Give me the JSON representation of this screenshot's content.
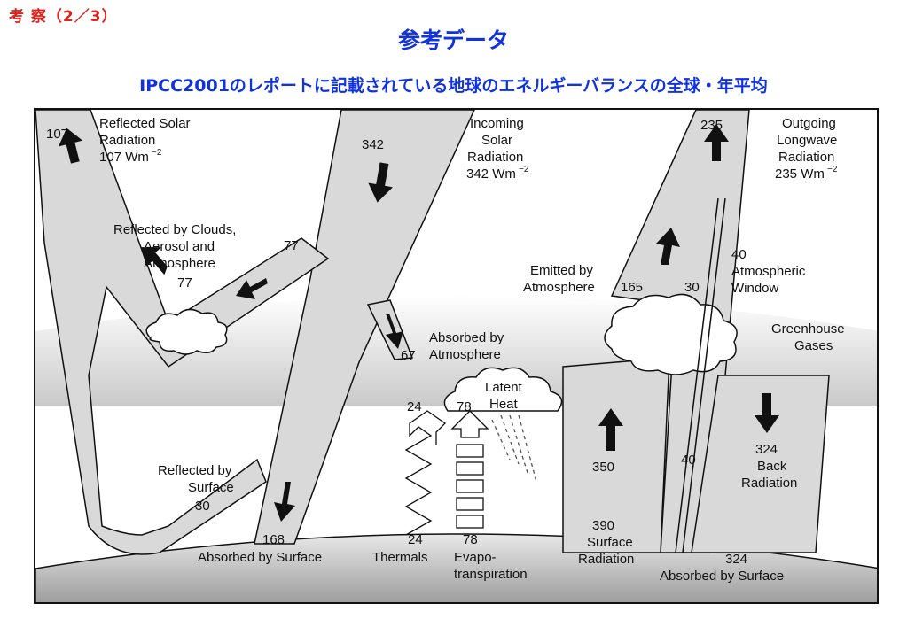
{
  "header": {
    "section": "考 察（2／3）",
    "title": "参考データ",
    "subtitle": "IPCC2001のレポートに記載されている地球のエネルギーバランスの全球・年平均"
  },
  "diagram": {
    "reflected_solar": {
      "value": "107",
      "label1": "Reflected Solar",
      "label2": "Radiation",
      "label3": "107 Wm",
      "exp": "−2"
    },
    "incoming_solar": {
      "value": "342",
      "label1": "Incoming",
      "label2": "Solar",
      "label3": "Radiation",
      "label4": "342 Wm",
      "exp": "−2"
    },
    "outgoing_longwave": {
      "value": "235",
      "label1": "Outgoing",
      "label2": "Longwave",
      "label3": "Radiation",
      "label4": "235 Wm",
      "exp": "−2"
    },
    "reflected_clouds": {
      "label1": "Reflected by Clouds,",
      "label2": "Aerosol and",
      "label3": "Atmosphere",
      "value": "77",
      "value_in": "77"
    },
    "absorbed_atmosphere": {
      "value": "67",
      "label1": "Absorbed by",
      "label2": "Atmosphere"
    },
    "emitted_atmosphere": {
      "label1": "Emitted by",
      "label2": "Atmosphere",
      "value": "165"
    },
    "atmospheric_window": {
      "value": "40",
      "label1": "Atmospheric",
      "label2": "Window",
      "value_30": "30",
      "value_low": "40"
    },
    "greenhouse": {
      "label1": "Greenhouse",
      "label2": "Gases"
    },
    "latent_heat": {
      "label1": "Latent",
      "label2": "Heat",
      "value_top": "78"
    },
    "thermals": {
      "value_top": "24",
      "value_bottom": "24",
      "label": "Thermals"
    },
    "evapotranspiration": {
      "value": "78",
      "label1": "Evapo-",
      "label2": "transpiration"
    },
    "reflected_surface": {
      "label1": "Reflected by",
      "label2": "Surface",
      "value": "30"
    },
    "absorbed_surface_solar": {
      "value": "168",
      "label": "Absorbed by Surface"
    },
    "surface_radiation": {
      "value": "390",
      "label1": "Surface",
      "label2": "Radiation",
      "value_350": "350"
    },
    "back_radiation": {
      "value": "324",
      "label1": "Back",
      "label2": "Radiation"
    },
    "absorbed_surface_back": {
      "value": "324",
      "label": "Absorbed by Surface"
    }
  }
}
